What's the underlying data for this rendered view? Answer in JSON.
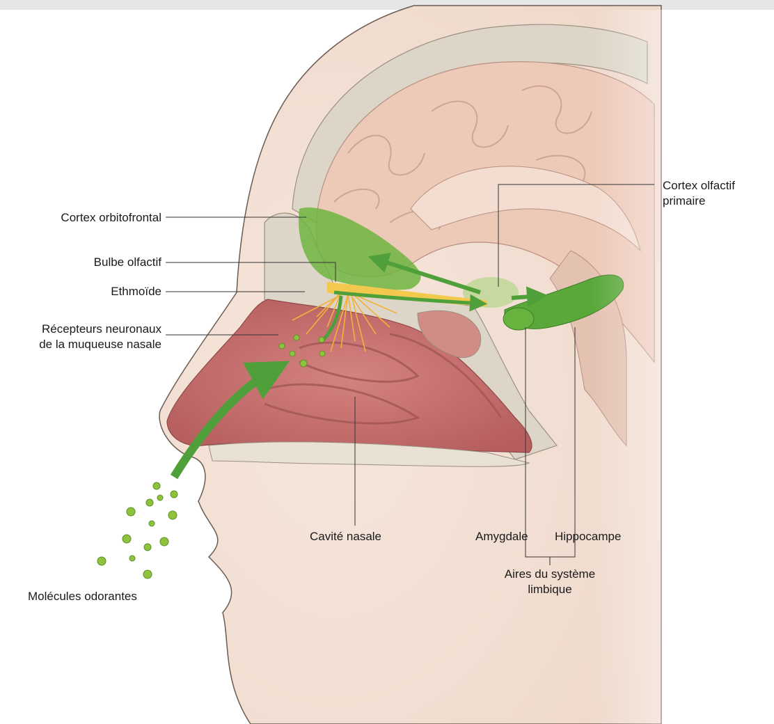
{
  "labels": {
    "orbitofrontal": "Cortex orbitofrontal",
    "bulb": "Bulbe olfactif",
    "ethmoid": "Ethmoïde",
    "receptors_l1": "Récepteurs neuronaux",
    "receptors_l2": "de la muqueuse nasale",
    "odor": "Molécules odorantes",
    "nasal_cavity": "Cavité nasale",
    "amygdala": "Amygdale",
    "hippocampus": "Hippocampe",
    "limbic_l1": "Aires du système",
    "limbic_l2": "limbique",
    "olf_cortex_l1": "Cortex olfactif",
    "olf_cortex_l2": "primaire"
  },
  "colors": {
    "skin": "#f4e2d6",
    "brain": "#edc9b8",
    "bone": "#ddd6c8",
    "nasal": "#c9706f",
    "green": "#5aa83a",
    "yellow": "#f2c94c"
  }
}
